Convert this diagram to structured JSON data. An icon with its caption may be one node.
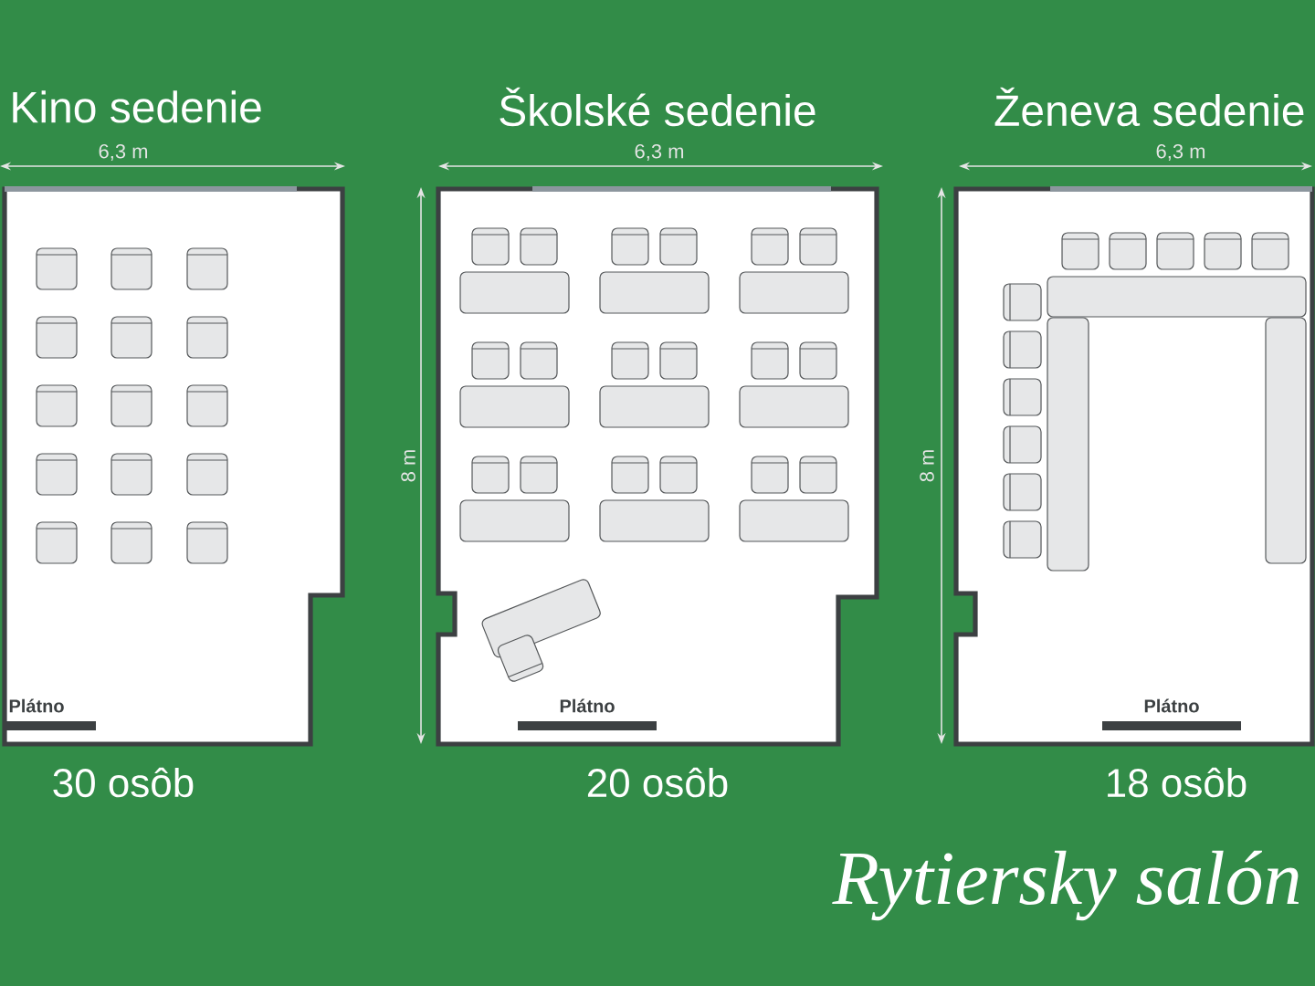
{
  "diagram": {
    "title": "Rytiersky salón",
    "nodes": [
      {
        "text": [
          "Kino sedenie"
        ],
        "beside": [
          "30 osôb"
        ]
      },
      {
        "text": [
          "Plátno"
        ],
        "in": 0
      },
      {
        "text": [
          "Školské sedenie"
        ],
        "beside": [
          "20 osôb"
        ]
      },
      {
        "text": [
          "Plátno"
        ],
        "in": 2
      },
      {
        "text": [
          "Ženeva sedenie"
        ],
        "beside": [
          "18 osôb"
        ]
      },
      {
        "text": [
          "Plátno"
        ],
        "in": 4
      }
    ],
    "labels": [
      "6,3 m",
      "6,3 m",
      "8 m",
      "6,3 m",
      "8 m"
    ]
  }
}
